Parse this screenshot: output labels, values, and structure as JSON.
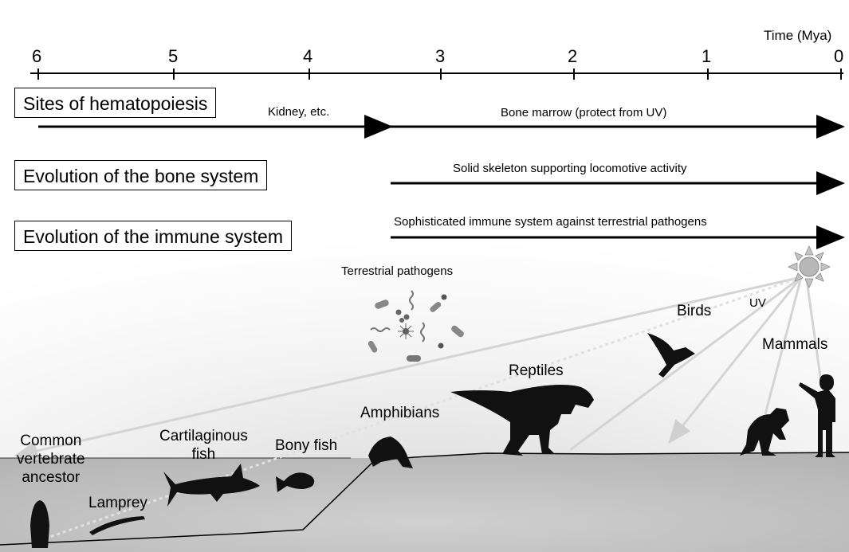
{
  "timeline": {
    "title": "Time (Mya)",
    "ticks": [
      "6",
      "5",
      "4",
      "3",
      "2",
      "1",
      "0"
    ]
  },
  "rows": {
    "hematopoiesis": {
      "label": "Sites of hematopoiesis",
      "segment_before": "Kidney, etc.",
      "segment_after": "Bone marrow (protect from UV)"
    },
    "bone": {
      "label": "Evolution of the bone system",
      "segment_after": "Solid skeleton supporting locomotive activity"
    },
    "immune": {
      "label": "Evolution of the immune system",
      "segment_after": "Sophisticated immune system against terrestrial pathogens"
    }
  },
  "scene": {
    "pathogens_label": "Terrestrial pathogens",
    "uv_label": "UV",
    "organisms": {
      "ancestor": [
        "Common",
        "vertebrate",
        "ancestor"
      ],
      "lamprey": "Lamprey",
      "cartilaginous": [
        "Cartilaginous",
        "fish"
      ],
      "bony": "Bony fish",
      "amphibians": "Amphibians",
      "reptiles": "Reptiles",
      "birds": "Birds",
      "mammals": "Mammals"
    }
  },
  "colors": {
    "ground": "#bcbcbc",
    "silhouette": "#111111",
    "uv_ray": "#d8d8d8",
    "sun": "#b0b0b0"
  }
}
